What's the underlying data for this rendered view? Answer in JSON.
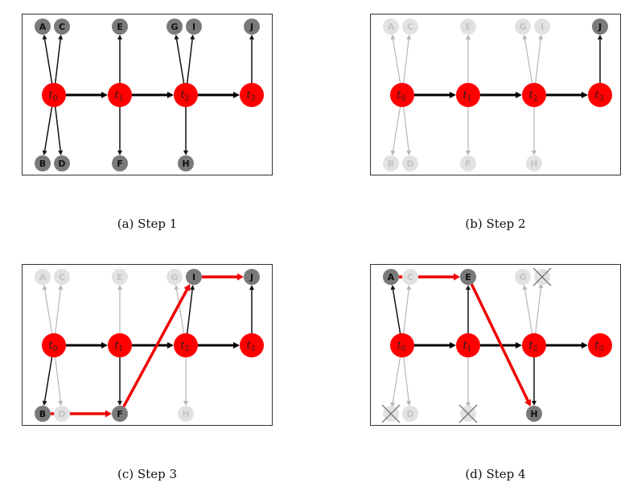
{
  "colors": {
    "time_node": "#ff0000",
    "leaf_active": "#7a7a7a",
    "leaf_faded": "#e2e2e2",
    "leaf_label_faded": "#c4c4c4",
    "edge_main": "#000000",
    "edge_active": "#111111",
    "edge_faded": "#b5b5b5",
    "path": "#ee0000",
    "cross": "#777777",
    "frame": "#333333"
  },
  "nodes": {
    "time": [
      {
        "id": "t0",
        "base": "t",
        "sub": "0"
      },
      {
        "id": "t1",
        "base": "t",
        "sub": "1"
      },
      {
        "id": "t2",
        "base": "t",
        "sub": "2"
      },
      {
        "id": "t3",
        "base": "t",
        "sub": "3"
      }
    ],
    "leaves": [
      {
        "id": "A",
        "label": "A"
      },
      {
        "id": "C",
        "label": "C"
      },
      {
        "id": "E",
        "label": "E"
      },
      {
        "id": "G",
        "label": "G"
      },
      {
        "id": "I",
        "label": "I"
      },
      {
        "id": "J",
        "label": "J"
      },
      {
        "id": "B",
        "label": "B"
      },
      {
        "id": "D",
        "label": "D"
      },
      {
        "id": "F",
        "label": "F"
      },
      {
        "id": "H",
        "label": "H"
      }
    ]
  },
  "panels": [
    {
      "caption": "(a) Step 1",
      "active": [
        "A",
        "C",
        "E",
        "G",
        "I",
        "J",
        "B",
        "D",
        "F",
        "H"
      ],
      "hidden": [],
      "crossed": [],
      "path": []
    },
    {
      "caption": "(b) Step 2",
      "active": [
        "J"
      ],
      "hidden": [],
      "crossed": [],
      "path": []
    },
    {
      "caption": "(c) Step 3",
      "active": [
        "I",
        "J",
        "B",
        "F"
      ],
      "hidden": [],
      "crossed": [],
      "path": [
        [
          "B",
          "F"
        ],
        [
          "F",
          "I"
        ],
        [
          "I",
          "J"
        ]
      ]
    },
    {
      "caption": "(d) Step 4",
      "active": [
        "A",
        "E",
        "H"
      ],
      "hidden": [
        "J"
      ],
      "crossed": [
        "I",
        "J",
        "B",
        "F"
      ],
      "path": [
        [
          "A",
          "E"
        ],
        [
          "E",
          "H"
        ]
      ]
    }
  ]
}
